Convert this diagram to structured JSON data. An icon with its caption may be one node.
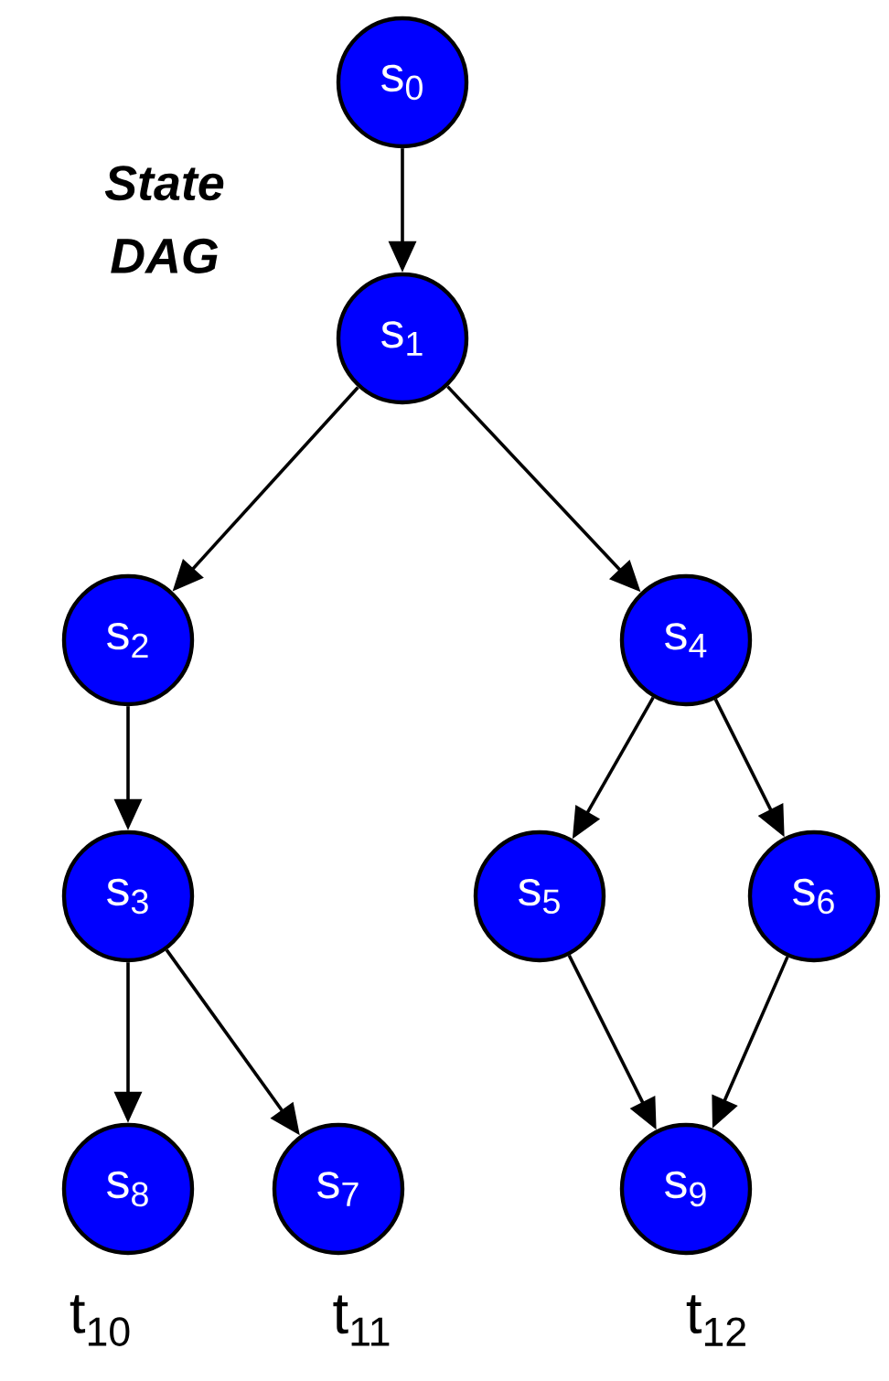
{
  "diagram": {
    "nodes": [
      {
        "text": [
          "s$_{0}$"
        ]
      },
      {
        "text": [
          "s$_{1}$"
        ]
      },
      {
        "text": [
          "s$_{2}$"
        ]
      },
      {
        "text": [
          "s$_{4}$"
        ]
      },
      {
        "text": [
          "s$_{3}$"
        ]
      },
      {
        "text": [
          "s$_{5}$"
        ]
      },
      {
        "text": [
          "s$_{6}$"
        ]
      },
      {
        "text": [
          "s$_{8}$"
        ],
        "beside": [
          "t$_{10}$"
        ]
      },
      {
        "text": [
          "s$_{7}$"
        ],
        "beside": [
          "t$_{11}$"
        ]
      },
      {
        "text": [
          "s$_{9}$"
        ],
        "beside": [
          "t$_{12}$"
        ]
      }
    ],
    "edges": [
      {
        "from": 0,
        "to": 1,
        "arrow": "to"
      },
      {
        "from": 1,
        "to": 2,
        "arrow": "to"
      },
      {
        "from": 1,
        "to": 3,
        "arrow": "to"
      },
      {
        "from": 2,
        "to": 4,
        "arrow": "to"
      },
      {
        "from": 3,
        "to": 5,
        "arrow": "to"
      },
      {
        "from": 3,
        "to": 6,
        "arrow": "to"
      },
      {
        "from": 4,
        "to": 7,
        "arrow": "to"
      },
      {
        "from": 4,
        "to": 8,
        "arrow": "to"
      },
      {
        "from": 5,
        "to": 9,
        "arrow": "to"
      },
      {
        "from": 6,
        "to": 9,
        "arrow": "to"
      }
    ],
    "labels": [
      "State DAG"
    ]
  }
}
